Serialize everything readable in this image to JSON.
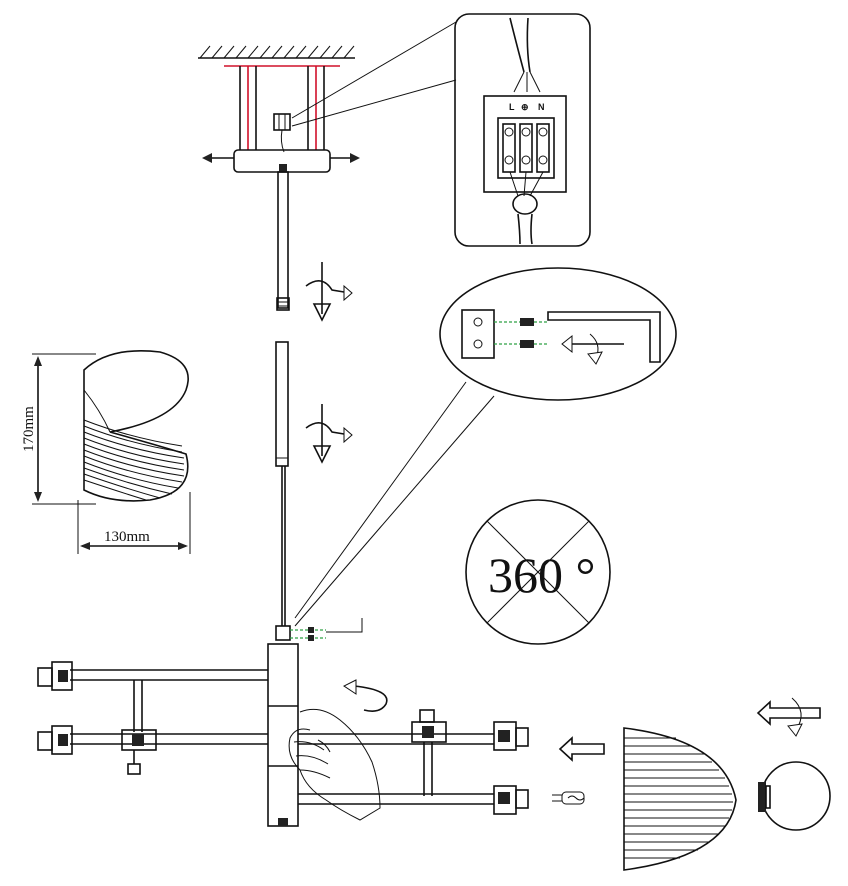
{
  "dimensions": {
    "height_label": "170mm",
    "width_label": "130mm"
  },
  "rotation_label": "360 °",
  "terminal_labels": [
    "L",
    "⊕",
    "N"
  ],
  "colors": {
    "line": "#111111",
    "mount_accent": "#d0102a",
    "screw_accent": "#2ea043"
  }
}
